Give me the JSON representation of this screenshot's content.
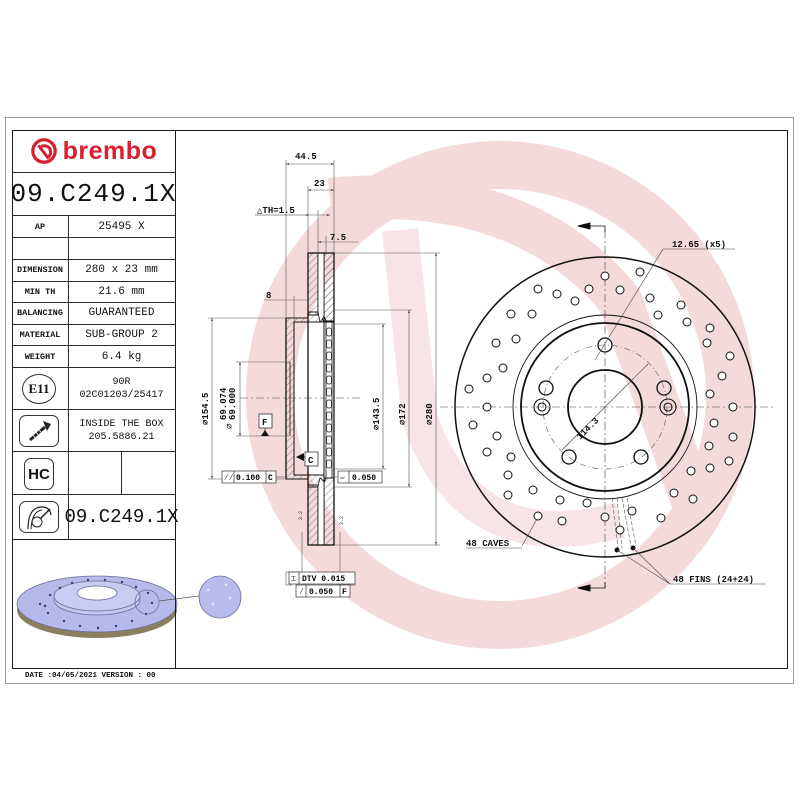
{
  "brand": {
    "name": "brembo",
    "color": "#d6202f"
  },
  "part_number": "09.C249.1X",
  "spec_table": {
    "ap": {
      "label": "AP",
      "value": "25495 X"
    },
    "rows": [
      {
        "label": "DIMENSION",
        "value": "280 x 23 mm"
      },
      {
        "label": "MIN TH",
        "value": "21.6 mm"
      },
      {
        "label": "BALANCING",
        "value": "GUARANTEED"
      },
      {
        "label": "MATERIAL",
        "value": "SUB-GROUP 2"
      },
      {
        "label": "WEIGHT",
        "value": "6.4 kg"
      }
    ],
    "e11": {
      "icon_label": "E11",
      "line1": "90R",
      "line2": "02C01203/25417"
    },
    "screw": {
      "icon": "screw-icon",
      "line1": "INSIDE THE BOX",
      "line2": "205.5886.21"
    },
    "hc": {
      "icon_label": "HC"
    },
    "rotor_row": {
      "icon": "rotor-section-icon",
      "value": "09.C249.1X"
    }
  },
  "footer": {
    "date_version": "DATE :04/05/2021 VERSION : 00"
  },
  "section_view": {
    "dims": {
      "overall_height": "44.5",
      "thickness": "23",
      "delta_th": "△TH=1.5",
      "vane": "7.5",
      "hat_offset": "8",
      "d_outer": "⌀280",
      "d_172": "⌀172",
      "d_143": "⌀143.5",
      "d_154": "⌀154.5",
      "bore_max": "69.074",
      "bore_min": "69.000",
      "bore_prefix": "⌀"
    },
    "datums": {
      "f": "F",
      "c": "C"
    },
    "tolerances": {
      "parallel": {
        "symbol": "//",
        "value": "0.100",
        "datum": "C"
      },
      "flatness": {
        "symbol": "▱",
        "value": "0.050"
      },
      "dtv": {
        "symbol": "⌶",
        "value": "DTV 0.015"
      },
      "runout": {
        "symbol": "/",
        "value": "0.050",
        "datum": "F"
      }
    },
    "roughness_marks": [
      "3.2",
      "3.2"
    ]
  },
  "front_view": {
    "bolt_holes": "12.65 (x5)",
    "pcd": "114.3",
    "caves": "48 CAVES",
    "fins": "48 FINS (24+24)"
  },
  "colors": {
    "watermark": "#f3d4d7",
    "line": "#111111",
    "render_fill": "#b4b6e8"
  }
}
